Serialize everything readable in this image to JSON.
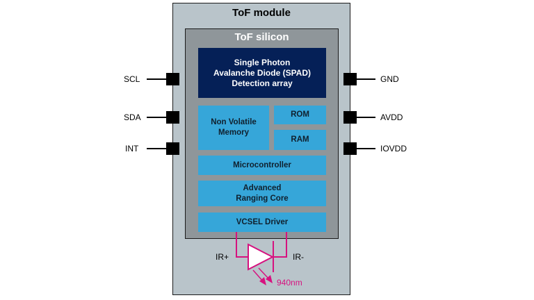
{
  "module": {
    "title": "ToF module"
  },
  "silicon": {
    "title": "ToF silicon"
  },
  "blocks": {
    "spad": [
      "Single Photon",
      "Avalanche Diode (SPAD)",
      "Detection array"
    ],
    "nvm": [
      "Non Volatile",
      "Memory"
    ],
    "rom": "ROM",
    "ram": "RAM",
    "mcu": "Microcontroller",
    "arc": [
      "Advanced",
      "Ranging Core"
    ],
    "vcsel": "VCSEL Driver"
  },
  "pins": {
    "left": [
      "SCL",
      "SDA",
      "INT"
    ],
    "right": [
      "GND",
      "AVDD",
      "IOVDD"
    ]
  },
  "emitter": {
    "anode_label": "IR+",
    "cathode_label": "IR-",
    "wavelength": "940nm"
  },
  "colors": {
    "module_bg": "#b9c4ca",
    "silicon_bg": "#8f969a",
    "spad_bg": "#052057",
    "block_bg": "#36a6d9",
    "signal": "#d6127f"
  }
}
